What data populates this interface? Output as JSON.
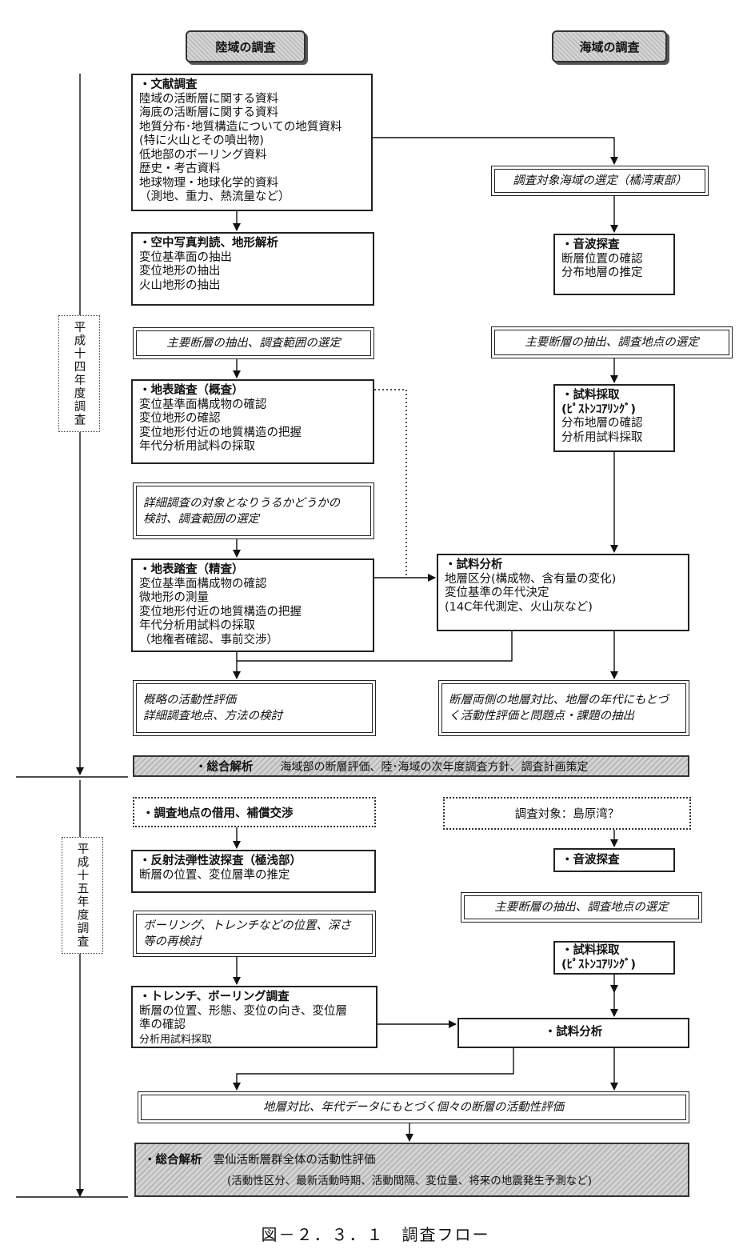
{
  "headers": {
    "land": "陸域の調査",
    "sea": "海域の調査"
  },
  "years": {
    "y14": "平成十四年度調査",
    "y15": "平成十五年度調査"
  },
  "land": {
    "literature": {
      "title": "・文献調査",
      "lines": [
        "陸域の活断層に関する資料",
        "海底の活断層に関する資料",
        "地質分布･地質構造についての地質資料",
        "(特に火山とその噴出物)",
        "低地部のボーリング資料",
        "歴史・考古資料",
        "地球物理・地球化学的資料",
        "（測地、重力、熱流量など）"
      ]
    },
    "aerial": {
      "title": "・空中写真判読、地形解析",
      "lines": [
        "変位基準面の抽出",
        "変位地形の抽出",
        "火山地形の抽出"
      ]
    },
    "extract": "主要断層の抽出、調査範囲の選定",
    "survey1": {
      "title": "・地表踏査（概査）",
      "lines": [
        "変位基準面構成物の確認",
        "変位地形の確認",
        "変位地形付近の地質構造の把握",
        "年代分析用試料の採取"
      ]
    },
    "examine": [
      "詳細調査の対象となりうるかどうかの",
      "検討、調査範囲の選定"
    ],
    "survey2": {
      "title": "・地表踏査（精査）",
      "lines": [
        "変位基準面構成物の確認",
        "微地形の測量",
        "変位地形付近の地質構造の把握",
        "年代分析用試料の採取",
        "（地権者確認、事前交渉）"
      ]
    },
    "eval": [
      "概略の活動性評価",
      "詳細調査地点、方法の検討"
    ],
    "lease": "・調査地点の借用、補償交渉",
    "seismic": {
      "title": "・反射法弾性波探査（極浅部）",
      "lines": [
        "断層の位置、変位層準の推定"
      ]
    },
    "recheck": [
      "ボーリング、トレンチなどの位置、深さ",
      "等の再検討"
    ],
    "trench": {
      "title": "・トレンチ、ボーリング調査",
      "lines": [
        "断層の位置、形態、変位の向き、変位層",
        "準の確認",
        "分析用試料採取"
      ]
    }
  },
  "sea": {
    "select": "調査対象海域の選定（橘湾東部）",
    "sonic": {
      "title": "・音波探査",
      "lines": [
        "断層位置の確認",
        "分布地層の推定"
      ]
    },
    "extract": "主要断層の抽出、調査地点の選定",
    "sampling": {
      "title": "・試料採取",
      "lines": [
        "(ﾋﾟｽﾄﾝｺｱﾘﾝｸﾞ)",
        "分布地層の確認",
        "分析用試料採取"
      ]
    },
    "analysis": {
      "title": "・試料分析",
      "lines": [
        "地層区分(構成物、含有量の変化)",
        "変位基準の年代決定",
        "(14C年代測定、火山灰など)"
      ]
    },
    "eval": [
      "断層両側の地層対比、地層の年代にもとづ",
      "く活動性評価と問題点・課題の抽出"
    ],
    "target": "調査対象：島原湾？",
    "sonic2": "・音波探査",
    "extract2": "主要断層の抽出、調査地点の選定",
    "sampling2": {
      "title": "・試料採取",
      "lines": [
        "(ﾋﾟｽﾄﾝｺｱﾘﾝｸﾞ)"
      ]
    },
    "analysis2": "・試料分析"
  },
  "synth1": {
    "title": "・総合解析",
    "text": "海域部の断層評価、陸･海域の次年度調査方針、調査計画策定"
  },
  "compare": "地層対比、年代データにもとづく個々の断層の活動性評価",
  "synth2": {
    "title": "・総合解析",
    "text": "雲仙活断層群全体の活動性評価",
    "sub": "(活動性区分、最新活動時期、活動間隔、変位量、将来の地震発生予測など)"
  },
  "caption": "図－２．３．１　調査フロー"
}
